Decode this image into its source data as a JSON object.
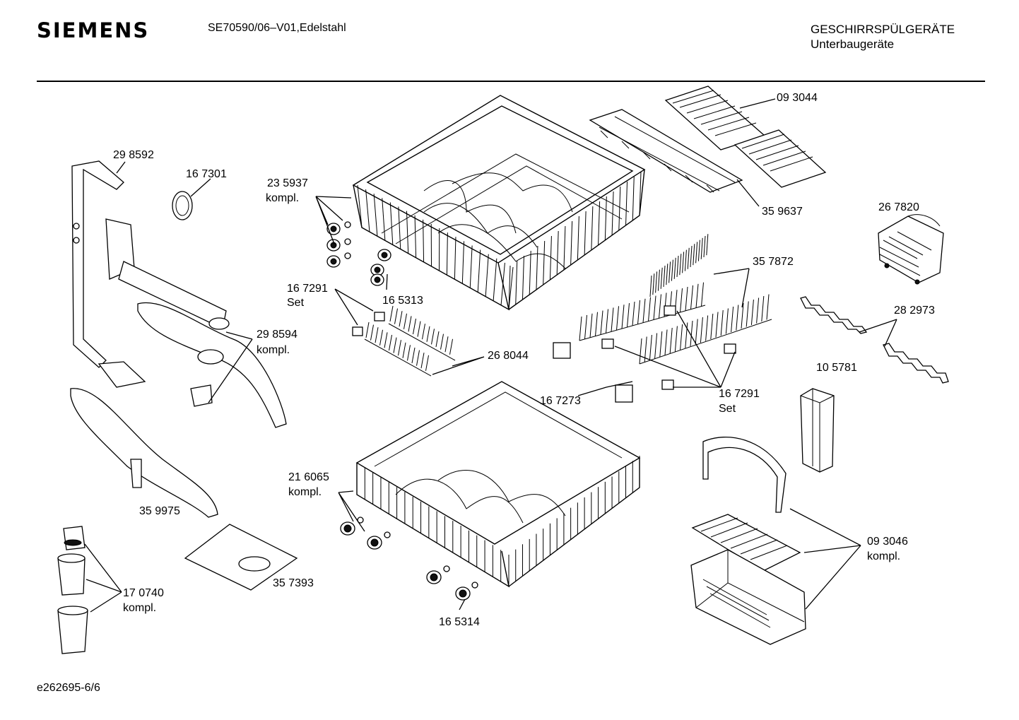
{
  "header": {
    "brand": "SIEMENS",
    "model": "SE70590/06–V01,Edelstahl",
    "category_line1": "GESCHIRRSPÜLGERÄTE",
    "category_line2": "Unterbaugeräte"
  },
  "footer": {
    "doc_id": "e262695-6/6"
  },
  "parts": {
    "p298592": "29 8592",
    "p167301": "16 7301",
    "p235937": "23 5937",
    "p235937b": "kompl.",
    "p093044": "09 3044",
    "p359637": "35 9637",
    "p267820": "26 7820",
    "p167291a": "16 7291",
    "p167291a_b": "Set",
    "p165313": "16 5313",
    "p357872": "35 7872",
    "p282973": "28 2973",
    "p298594": "29 8594",
    "p298594b": "kompl.",
    "p268044": "26 8044",
    "p105781": "10 5781",
    "p167273": "16 7273",
    "p167291b": "16 7291",
    "p167291b_b": "Set",
    "p216065": "21 6065",
    "p216065b": "kompl.",
    "p359975": "35 9975",
    "p093046": "09 3046",
    "p093046b": "kompl.",
    "p357393": "35 7393",
    "p170740": "17 0740",
    "p170740b": "kompl.",
    "p165314": "16 5314"
  }
}
